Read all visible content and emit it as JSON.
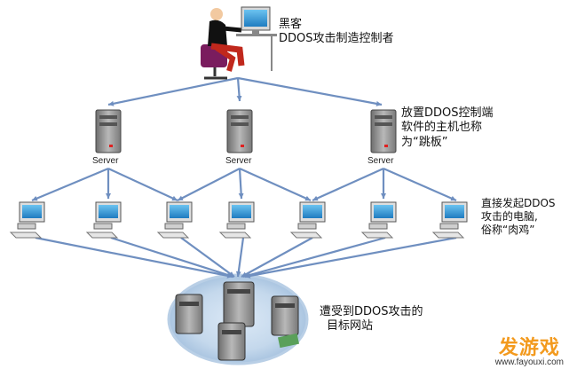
{
  "hacker": {
    "line1": "黑客",
    "line2": "DDOS攻击制造控制者"
  },
  "servers": {
    "caption": "Server",
    "note": [
      "放置DDOS控制端",
      "软件的主机也称",
      "为“跳板”"
    ]
  },
  "zombies": {
    "note": [
      "直接发起DDOS",
      "攻击的电脑,",
      "俗称“肉鸡”"
    ]
  },
  "target": {
    "note": [
      "遭受到DDOS攻击的",
      "目标网站"
    ]
  },
  "watermark": {
    "title": "发游戏",
    "url": "www.fayouxi.com"
  },
  "colors": {
    "arrow": "#6f8fc0",
    "halo": "#c4d8ec",
    "server_body": "#8a8a8a",
    "screen": "#3a9ad8"
  }
}
